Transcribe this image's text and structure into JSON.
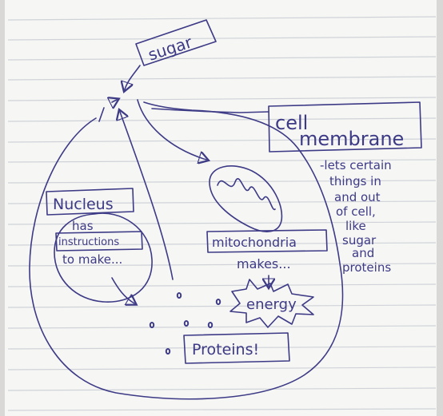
{
  "colors": {
    "ink": "#3d3a86",
    "paper": "#f6f6f4",
    "rule_line": "#cfd3d8",
    "margin": "#d9d8d6"
  },
  "labels": {
    "sugar": "sugar",
    "cell_membrane_line1": "cell",
    "cell_membrane_line2": "membrane",
    "membrane_note": [
      "-lets certain",
      "things in",
      "and out",
      "of cell,",
      "like",
      "sugar",
      "and",
      "proteins"
    ],
    "nucleus": "Nucleus",
    "nucleus_note": [
      "has",
      "instructions",
      "to make..."
    ],
    "mitochondria": "mitochondria",
    "makes": "makes...",
    "energy": "energy",
    "proteins": "Proteins!"
  }
}
